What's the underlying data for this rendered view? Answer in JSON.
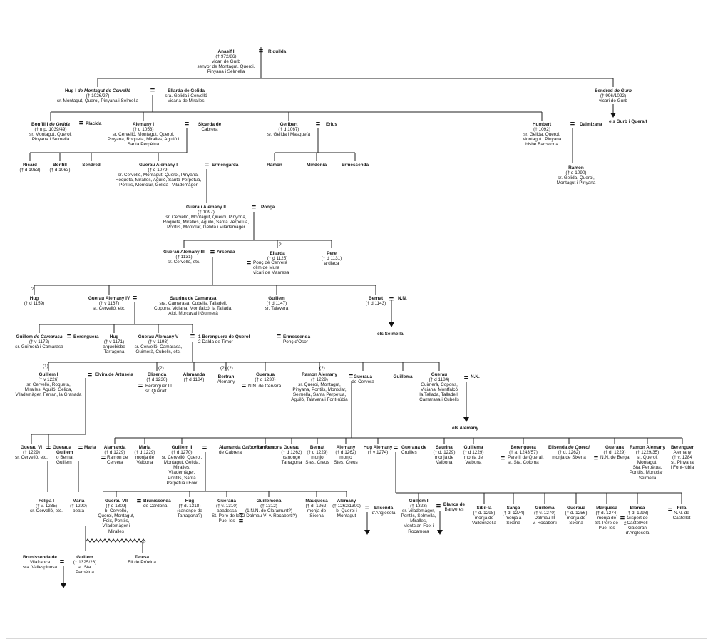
{
  "title": "",
  "persons": {
    "anasu": {
      "name": "Anasif I",
      "lines": [
        "(† 972/86)",
        "vicari de Gurb",
        "senyor de Montagut, Queroi,",
        "Pinyana i Selmella"
      ]
    },
    "riquilda": {
      "name": "Riquilda",
      "lines": []
    },
    "hug1": {
      "name": "Hug I de Montagut de Cervelló",
      "lines": [
        "(† 1026/27)",
        "sr. Montagut, Queroi, Pinyana i Selmella"
      ]
    },
    "ellarda": {
      "name": "Ellarda de Gelida",
      "lines": [
        "sra. Gelida i Cervelló",
        "vicaria de Miralles"
      ]
    },
    "sendred": {
      "name": "Sendred de Gurb",
      "lines": [
        "(† 996/1022)",
        "vicari de Gurb"
      ]
    },
    "gurb_queralt": {
      "name": "els Gurb i Queralt",
      "lines": []
    },
    "bonfill": {
      "name": "Bonfill I de Gelida",
      "lines": [
        "(† n.p. 1039/49)",
        "sr. Montagut, Queroi,",
        "Pinyana i Selmella"
      ]
    },
    "placida": {
      "name": "Plàcida",
      "lines": []
    },
    "alemany1": {
      "name": "Alemany I",
      "lines": [
        "(† d 1053)",
        "sr. Cervelló, Montagut, Queroi,",
        "Pinyana, Roqueta, Miralles, Aguiló i",
        "Santa Perpètua"
      ]
    },
    "sicarda": {
      "name": "Sicarda de",
      "lines": [
        "Cabrera"
      ]
    },
    "geribert": {
      "name": "Geribert",
      "lines": [
        "(† d 1067)",
        "sr. Gelida i Masquefa"
      ]
    },
    "erius": {
      "name": "Erius",
      "lines": []
    },
    "humbert": {
      "name": "Humbert",
      "lines": [
        "(† 1092)",
        "sr. Gelida, Queroi,",
        "Montagut i Pinyana",
        "bisbe Barcelona"
      ]
    },
    "dalmizana": {
      "name": "Dalmizana",
      "lines": []
    },
    "ricard": {
      "name": "Ricard",
      "lines": [
        "(† d 1053)"
      ]
    },
    "bonfill2": {
      "name": "Bonfill",
      "lines": [
        "(† d 1063)"
      ]
    },
    "sendred2": {
      "name": "Sendred",
      "lines": []
    },
    "gerau_al1": {
      "name": "Guerau Alemany I",
      "lines": [
        "(† d 1079)",
        "sr. Cervelló, Montagut, Queroi, Pinyana,",
        "Roqueta, Miralles, Aguiló, Santa Perpètua,",
        "Pontils, Montclar, Gelida i Vilademàger"
      ]
    },
    "ermengarda": {
      "name": "Ermengarda",
      "lines": []
    },
    "ramon_a": {
      "name": "Ramon",
      "lines": []
    },
    "mindonia": {
      "name": "Mindònia",
      "lines": []
    },
    "ermessenda_a": {
      "name": "Ermessenda",
      "lines": []
    },
    "ramon_h": {
      "name": "Ramon",
      "lines": [
        "(† d 1090)",
        "sr. Gelida, Queroi,",
        "Montagut i Pinyana"
      ]
    },
    "gerau_al2": {
      "name": "Guerau Alemany II",
      "lines": [
        "(† 1097)",
        "sr. Cervelló, Montagut, Queroi, Pinyona,",
        "Roqueta, Miralles, Aguiló, Santa Perpètua,",
        "Pontils, Montclar, Gelida i Vilademàger"
      ]
    },
    "ponca": {
      "name": "Ponça",
      "lines": []
    },
    "gerau_al3": {
      "name": "Guerau Alemany III",
      "lines": [
        "(† 1131)",
        "sr. Cervelló, etc."
      ]
    },
    "arsenda": {
      "name": "Arsenda",
      "lines": []
    },
    "ellarda2": {
      "name": "Ellarda",
      "lines": [
        "(† d 1125)"
      ]
    },
    "ponc_cerv": {
      "name": "",
      "lines": [
        "Ponç de Cervera",
        "olim de Mura",
        "vicari de Manresa"
      ]
    },
    "pere": {
      "name": "Pere",
      "lines": [
        "(† d 1131)",
        "ardiaca"
      ]
    },
    "hug_c": {
      "name": "Hug",
      "lines": [
        "(† d 1159)"
      ]
    },
    "gerau_al4": {
      "name": "Guerau Alemany IV",
      "lines": [
        "(† v 1167)",
        "sr. Cervelló, etc."
      ]
    },
    "saurina": {
      "name": "Saurina de Camarasa",
      "lines": [
        "sra. Camarasa, Cubells, Talladell,",
        "Copons, Viciana, Montfalcó, la Tallada,",
        "Albi, Morcaval i Guimerà"
      ]
    },
    "guillem_c": {
      "name": "Guillem",
      "lines": [
        "(† d 1147)",
        "sr. Talavera"
      ]
    },
    "bernat_c": {
      "name": "Bernat",
      "lines": [
        "(† d 1143)"
      ]
    },
    "nn1": {
      "name": "N.N.",
      "lines": []
    },
    "selmella": {
      "name": "els Selmella",
      "lines": []
    },
    "guillem_cam": {
      "name": "Guillem de Camarasa",
      "lines": [
        "(† v 1172)",
        "sr. Guimerà i Camarasa"
      ]
    },
    "berenguera": {
      "name": "Berenguera",
      "lines": []
    },
    "hug_d": {
      "name": "Hug",
      "lines": [
        "(† v 1171)",
        "arquebisbe",
        "Tarragona"
      ]
    },
    "gerau_al5": {
      "name": "Guerau Alemany V",
      "lines": [
        "(† v 1193)",
        "sr. Cervelló, Camarasa,",
        "Guimerà, Cubells, etc."
      ]
    },
    "wives5": {
      "name": "1 Berenguera de Querol",
      "lines": [
        "2 Dalda de Timor"
      ]
    },
    "ermessenda_d": {
      "name": "Ermessenda",
      "lines": [
        "Ponç d'Òsor"
      ]
    },
    "guillem1": {
      "name": "Guillem I",
      "lines": [
        "(† v 1226)",
        "sr. Cervelló, Roqueta,",
        "Miralles, Aguiló, Gelida,",
        "Vilademàger, Ferran, la Granada"
      ]
    },
    "elvira": {
      "name": "Elvira de Artusela",
      "lines": []
    },
    "elisenda_e": {
      "name": "Elisenda",
      "lines": [
        "(† d 1230)"
      ]
    },
    "berenguer3": {
      "name": "",
      "lines": [
        "Berenguer III",
        "sr. Queralt"
      ]
    },
    "alamanda_e": {
      "name": "Alamanda",
      "lines": [
        "(† d 1184)"
      ]
    },
    "bertran": {
      "name": "Bertran",
      "lines": [
        "Alemany"
      ]
    },
    "gueraua_e": {
      "name": "Gueraua",
      "lines": [
        "(† d 1230)"
      ]
    },
    "nn_cerv": {
      "name": "",
      "lines": [
        "N.N. de Cervera"
      ]
    },
    "ramon_al": {
      "name": "Ramon Alemany",
      "lines": [
        "(† 1229)",
        "sr. Queroi, Montagut,",
        "Pinyana, Pontils, Montclar,",
        "Selmella, Santa Perpètua,",
        "Aguiló, Talavera i Font-rúbia"
      ]
    },
    "gueraua_cerv": {
      "name": "Gueraua",
      "lines": [
        "de Cervera"
      ]
    },
    "guillema_e": {
      "name": "Guillema",
      "lines": []
    },
    "gerau_e": {
      "name": "Guerau",
      "lines": [
        "(† d 1184)",
        "Guimerà, Copons,",
        "Viciana, Montfalcó",
        "la Tallada, Talladell,",
        "Camarasa i Cubells"
      ]
    },
    "nn2": {
      "name": "N.N.",
      "lines": []
    },
    "alemany_house": {
      "name": "els Alemany",
      "lines": []
    },
    "gerau6": {
      "name": "Guerau VI",
      "lines": [
        "(† 1229)",
        "sr. Cervelló, etc."
      ]
    },
    "gueraua_g": {
      "name": "Gueraua",
      "lines": []
    },
    "guillem_bern": {
      "name": "Guillem",
      "lines": [
        "o Bernat",
        "Guillem"
      ]
    },
    "maria_g": {
      "name": "Maria",
      "lines": []
    },
    "alamanda_g": {
      "name": "Alamanda",
      "lines": [
        "(† d 1229)"
      ]
    },
    "ramon_cerv": {
      "name": "",
      "lines": [
        "Ramon de",
        "Cervera"
      ]
    },
    "maria_g2": {
      "name": "Maria",
      "lines": [
        "(† d 1229)",
        "monja de",
        "Valbona"
      ]
    },
    "guillem2": {
      "name": "Guillem II",
      "lines": [
        "(† d 1270)",
        "sr. Cervelló, Queroi,",
        "Montagut, Gelida,",
        "Miralles,",
        "Vilademàger,",
        "Pontils, Santa",
        "Perpètua i Foix"
      ]
    },
    "alamanda_gal": {
      "name": "Alamanda Galbors o Ramona",
      "lines": [
        "de Cabrera"
      ]
    },
    "ramona_g": {
      "name": "Ramona",
      "lines": []
    },
    "gerau_g": {
      "name": "Guerau",
      "lines": [
        "(† d 1262)",
        "canonge",
        "Tarragona"
      ]
    },
    "bernat_g": {
      "name": "Bernat",
      "lines": [
        "(† d 1229)",
        "monjo",
        "Stes. Creus"
      ]
    },
    "alemany_g": {
      "name": "Alemany",
      "lines": [
        "(† d 1262)",
        "monjo",
        "Stes. Creus"
      ]
    },
    "hug_al": {
      "name": "Hug Alemany",
      "lines": [
        "(† v 1274)"
      ]
    },
    "gueraua_cru": {
      "name": "Gueraua de",
      "lines": [
        "Cruïlles"
      ]
    },
    "saurina_g": {
      "name": "Saurina",
      "lines": [
        "(† d. 1229)",
        "monja de",
        "Valbona"
      ]
    },
    "guillema_g": {
      "name": "Guillema",
      "lines": [
        "(† d 1229)",
        "monja de",
        "Valbona"
      ]
    },
    "berenguera_g": {
      "name": "Berenguera",
      "lines": [
        "(† a. 1243/57)"
      ]
    },
    "pere2": {
      "name": "",
      "lines": [
        "Pere II de Queralt",
        "sr. Sta. Coloma"
      ]
    },
    "elisenda_q": {
      "name": "Elisenda de Querol",
      "lines": [
        "(† d. 1262)",
        "monja de Sixena"
      ]
    },
    "gueraua_g2": {
      "name": "Gueraua",
      "lines": [
        "(† d. 1229)"
      ]
    },
    "nn_berga": {
      "name": "",
      "lines": [
        "N.N. de Berga"
      ]
    },
    "ramon_al2": {
      "name": "Ramon Alemany",
      "lines": [
        "(† 1229/35)",
        "sr. Queroi,",
        "Montagut,",
        "Sta. Perpètua,",
        "Pontils, Montclar i",
        "Selmella"
      ]
    },
    "berenguer_al": {
      "name": "Berenguer",
      "lines": [
        "Alemany",
        "(† v. 1284",
        "sr. Pinyana",
        "i Font-rúbia"
      ]
    },
    "felipa": {
      "name": "Felipa I",
      "lines": [
        "(† v. 1235)",
        "sr. Cervelló, etc."
      ]
    },
    "maria_h": {
      "name": "Maria",
      "lines": [
        "(† 1290)",
        "beata"
      ]
    },
    "gerau7": {
      "name": "Guerau VII",
      "lines": [
        "(† d 1309)",
        "b. Cervelló,",
        "Queroi, Montagut,",
        "Foix, Pontils,",
        "Vilademàger i",
        "Miralles"
      ]
    },
    "brunissenda_card": {
      "name": "Brunissenda",
      "lines": [
        "de Cardona"
      ]
    },
    "hug_h": {
      "name": "Hug",
      "lines": [
        "(† d. 1318)",
        "(canonge de",
        "Tarragona?)"
      ]
    },
    "gueraua_h": {
      "name": "Gueraua",
      "lines": [
        "(† v. 1310)",
        "abadessa",
        "St. Pere de les",
        "Puel·les"
      ]
    },
    "guillemona": {
      "name": "Guillemona",
      "lines": [
        "(† 1312)",
        "(1 N.N. de Claramunt?)",
        "(2 Dalmau VI v. Rocaberti?)"
      ]
    },
    "mauquesa": {
      "name": "Mauquesa",
      "lines": [
        "(† d. 1262)",
        "monja de",
        "Sixena"
      ]
    },
    "alemany_h": {
      "name": "Alemany",
      "lines": [
        "(† 1262/1300)",
        "b. Queroi i",
        "Montagut"
      ]
    },
    "elisenda_ang": {
      "name": "Elisenda",
      "lines": [
        "d'Anglesola"
      ]
    },
    "guillem1b": {
      "name": "Guillem I",
      "lines": [
        "(† 1323)",
        "sr. Vilademàger,",
        "Pontils, Selmella,",
        "Miralles,",
        "Montclar, Foix i",
        "Rocamora"
      ]
    },
    "blanca_ban": {
      "name": "Blanca de",
      "lines": [
        "Banyeres"
      ]
    },
    "sibilla": {
      "name": "Sibil·la",
      "lines": [
        "(† d. 1298)",
        "monja de",
        "Valldonzella"
      ]
    },
    "sanca": {
      "name": "Sança",
      "lines": [
        "(† d. 1274)",
        "monja a",
        "Sixena"
      ]
    },
    "guillema_h": {
      "name": "Guillema",
      "lines": [
        "(† v. 1270)",
        "Dalmau III",
        "v. Rocaberti"
      ]
    },
    "gueraua_h2": {
      "name": "Gueraua",
      "lines": [
        "(† d. 1256)",
        "monja de",
        "Sixena"
      ]
    },
    "marquesa": {
      "name": "Marquesa",
      "lines": [
        "(† d. 1274)",
        "monja de",
        "St. Pere de",
        "Puel·les"
      ]
    },
    "blanca": {
      "name": "Blanca",
      "lines": [
        "(† d. 1298)",
        "Gispert de",
        "Castellvell",
        "Galceran",
        "d'Anglesola"
      ]
    },
    "filla": {
      "name": "Filla",
      "lines": [
        "N.N. de",
        "Castellet"
      ]
    },
    "brunissenda_vil": {
      "name": "Brunissenda de",
      "lines": [
        "Vilafranca",
        "sra. Vallespinosa"
      ]
    },
    "guillem_i": {
      "name": "Guillem",
      "lines": [
        "(† 1325/26)",
        "sr. Sta.",
        "Perpètua"
      ]
    },
    "teresa": {
      "name": "Teresa",
      "lines": [
        "Elf de Pròxida"
      ]
    }
  }
}
